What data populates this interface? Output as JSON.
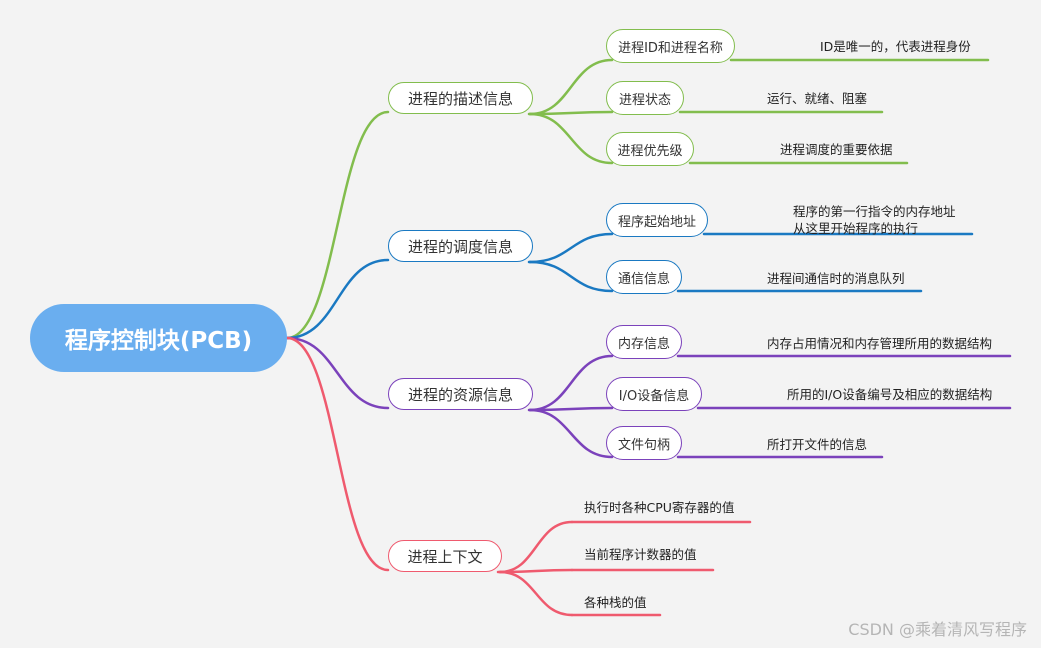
{
  "root": {
    "label": "程序控制块(PCB)"
  },
  "branches": [
    {
      "label": "进程的描述信息",
      "color": "#82bd4d",
      "items": [
        {
          "label": "进程ID和进程名称",
          "note": "ID是唯一的，代表进程身份"
        },
        {
          "label": "进程状态",
          "note": "运行、就绪、阻塞"
        },
        {
          "label": "进程优先级",
          "note": "进程调度的重要依据"
        }
      ]
    },
    {
      "label": "进程的调度信息",
      "color": "#1a79c2",
      "items": [
        {
          "label": "程序起始地址",
          "note": "程序的第一行指令的内存地址\n从这里开始程序的执行"
        },
        {
          "label": "通信信息",
          "note": "进程间通信时的消息队列"
        }
      ]
    },
    {
      "label": "进程的资源信息",
      "color": "#7b42bb",
      "items": [
        {
          "label": "内存信息",
          "note": "内存占用情况和内存管理所用的数据结构"
        },
        {
          "label": "I/O设备信息",
          "note": "所用的I/O设备编号及相应的数据结构"
        },
        {
          "label": "文件句柄",
          "note": "所打开文件的信息"
        }
      ]
    },
    {
      "label": "进程上下文",
      "color": "#ef5a6e",
      "items": [
        {
          "note": "执行时各种CPU寄存器的值"
        },
        {
          "note": "当前程序计数器的值"
        },
        {
          "note": "各种栈的值"
        }
      ]
    }
  ],
  "watermark": "CSDN @乘着清风写程序"
}
